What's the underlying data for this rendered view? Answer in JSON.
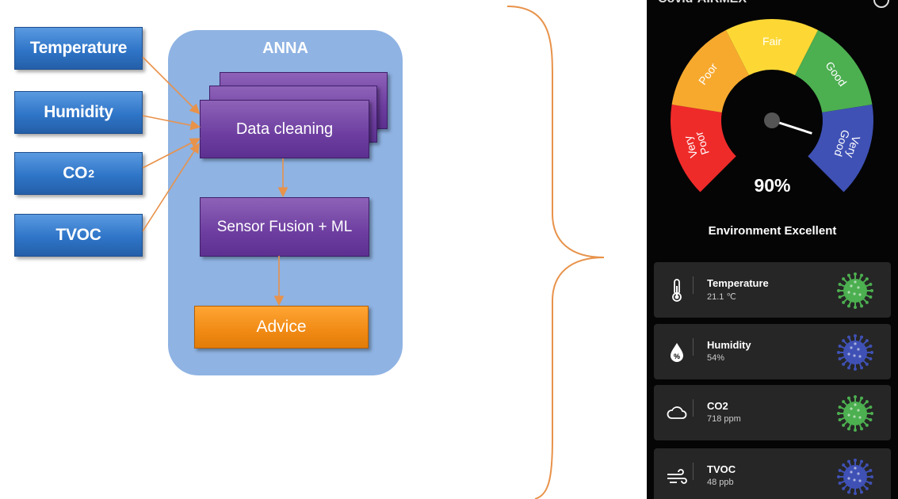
{
  "diagram": {
    "sensors": [
      {
        "label": "Temperature"
      },
      {
        "label": "Humidity"
      },
      {
        "label": "CO",
        "sub": "2"
      },
      {
        "label": "TVOC"
      }
    ],
    "anna": {
      "title": "ANNA",
      "cleaning_label": "Data cleaning",
      "fusion_label": "Sensor Fusion + ML",
      "advice_label": "Advice"
    }
  },
  "app": {
    "title": "Covid-AIRMEX",
    "gauge": {
      "segments": [
        "Very Poor",
        "Poor",
        "Fair",
        "Good",
        "Very Good"
      ],
      "colors": [
        "#ef2b2a",
        "#f7a92e",
        "#fdd835",
        "#4caf50",
        "#3f51b5"
      ],
      "value_percent": 90,
      "percent_label": "90%"
    },
    "status": "Environment Excellent",
    "cards": [
      {
        "name": "Temperature",
        "value": "21.1 ℃",
        "icon": "thermometer-icon",
        "virus_color": "#4caf50"
      },
      {
        "name": "Humidity",
        "value": "54%",
        "icon": "humidity-drop-icon",
        "virus_color": "#3f51b5"
      },
      {
        "name": "CO2",
        "value": "718 ppm",
        "icon": "cloud-icon",
        "virus_color": "#4caf50"
      },
      {
        "name": "TVOC",
        "value": "48 ppb",
        "icon": "wind-icon",
        "virus_color": "#3f51b5"
      }
    ]
  }
}
